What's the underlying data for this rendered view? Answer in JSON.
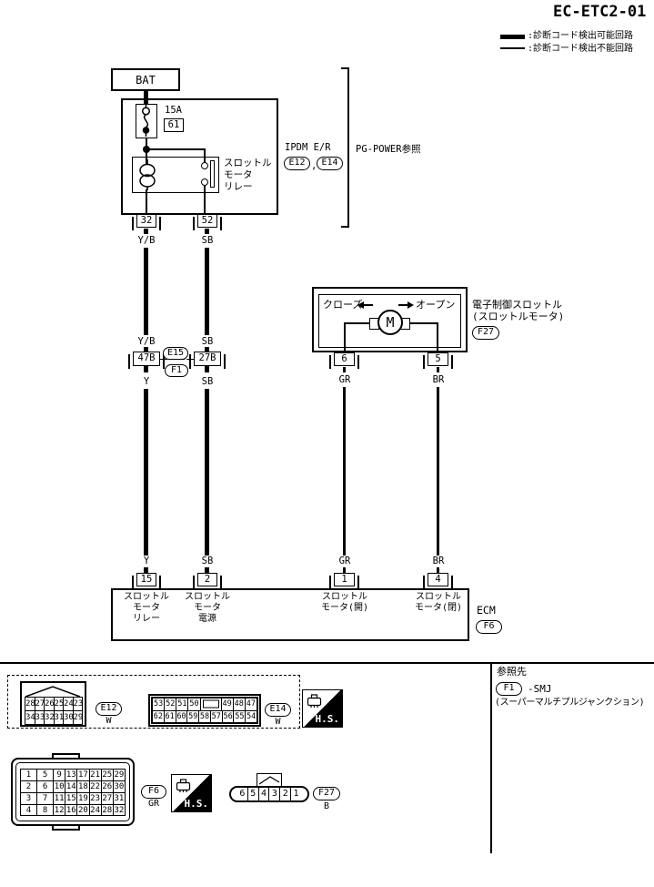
{
  "title": "EC-ETC2-01",
  "legend": {
    "detectable": ":診断コード検出可能回路",
    "not_detectable": ":診断コード検出不能回路"
  },
  "battery": {
    "label": "BAT"
  },
  "ipdm": {
    "fuse_rating": "15A",
    "fuse_number": "61",
    "relay_name": "スロットル\nモータ\nリレー",
    "module_name": "IPDM E/R",
    "connector_1": "E12",
    "separator": ",",
    "connector_2": "E14",
    "power_ref": "PG-POWER参照",
    "pin_left": "32",
    "pin_right": "52"
  },
  "wires": {
    "left_upper": "Y/B",
    "right_upper": "SB",
    "left_mid_top": "Y/B",
    "right_mid_top": "SB",
    "left_mid_bottom": "Y",
    "right_mid_bottom": "SB",
    "left_lower": "Y",
    "right_lower": "SB",
    "motor_open_upper": "GR",
    "motor_close_upper": "BR",
    "motor_open_lower": "GR",
    "motor_close_lower": "BR"
  },
  "smj": {
    "pin_left": "47B",
    "pin_right": "27B",
    "connector_top": "E15",
    "connector_bottom": "F1"
  },
  "throttle": {
    "close_label": "クローズ",
    "open_label": "オープン",
    "motor_letter": "M",
    "name_line1": "電子制御スロットル",
    "name_line2": "(スロットルモータ)",
    "connector": "F27",
    "pin_left": "6",
    "pin_right": "5"
  },
  "ecm": {
    "name": "ECM",
    "connector": "F6",
    "pin_1": "15",
    "desc_1": "スロットル\nモータ\nリレー",
    "pin_2": "2",
    "desc_2": "スロットル\nモータ\n電源",
    "pin_3": "1",
    "desc_3": "スロットル\nモータ(開)",
    "pin_4": "4",
    "desc_4": "スロットル\nモータ(閉)"
  },
  "connector_views": {
    "e12": {
      "label": "E12",
      "color": "W",
      "rows": [
        [
          "28",
          "27",
          "26",
          "25",
          "24",
          "23"
        ],
        [
          "34",
          "33",
          "32",
          "31",
          "30",
          "29"
        ]
      ]
    },
    "e14": {
      "label": "E14",
      "color": "W",
      "rows": [
        [
          "53",
          "52",
          "51",
          "50",
          "",
          "49",
          "48",
          "47"
        ],
        [
          "62",
          "61",
          "60",
          "59",
          "58",
          "57",
          "56",
          "55",
          "54"
        ]
      ]
    },
    "f6": {
      "label": "F6",
      "color": "GR",
      "rows": [
        [
          "1",
          "5",
          "9",
          "13",
          "17",
          "21",
          "25",
          "29"
        ],
        [
          "2",
          "6",
          "10",
          "14",
          "18",
          "22",
          "26",
          "30"
        ],
        [
          "3",
          "7",
          "11",
          "15",
          "19",
          "23",
          "27",
          "31"
        ],
        [
          "4",
          "8",
          "12",
          "16",
          "20",
          "24",
          "28",
          "32"
        ]
      ]
    },
    "f27": {
      "label": "F27",
      "color": "B",
      "cells": [
        "6",
        "5",
        "4",
        "3",
        "2",
        "1"
      ]
    },
    "hs_label": "H.S."
  },
  "reference": {
    "heading": "参照先",
    "connector": "F1",
    "code": "-SMJ",
    "description": "(スーパーマルチプルジャンクション)"
  }
}
